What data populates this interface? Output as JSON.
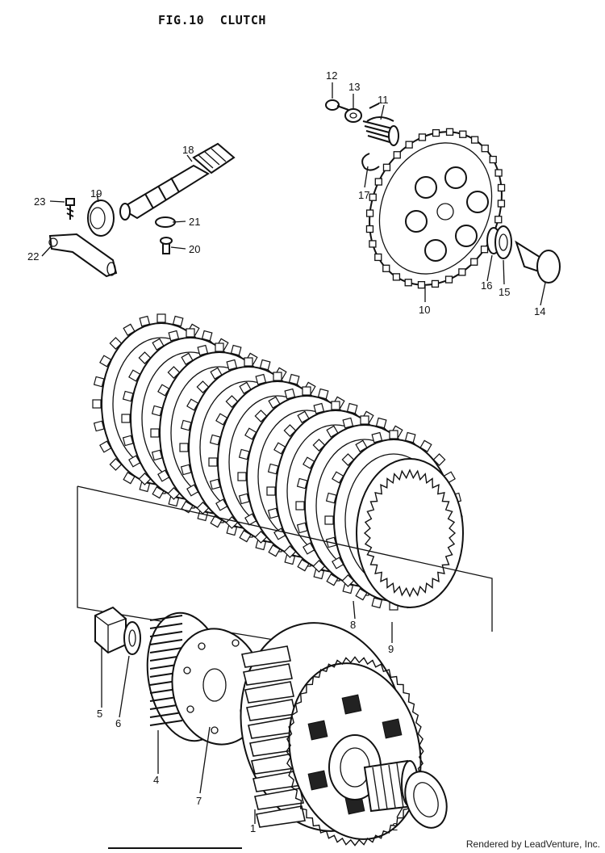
{
  "figure": {
    "number": "FIG.10",
    "title": "CLUTCH"
  },
  "callouts": [
    "1",
    "2",
    "4",
    "5",
    "6",
    "7",
    "8",
    "9",
    "10",
    "11",
    "12",
    "13",
    "14",
    "15",
    "16",
    "17",
    "18",
    "19",
    "20",
    "21",
    "22",
    "23"
  ],
  "credit": "Rendered by LeadVenture, Inc."
}
